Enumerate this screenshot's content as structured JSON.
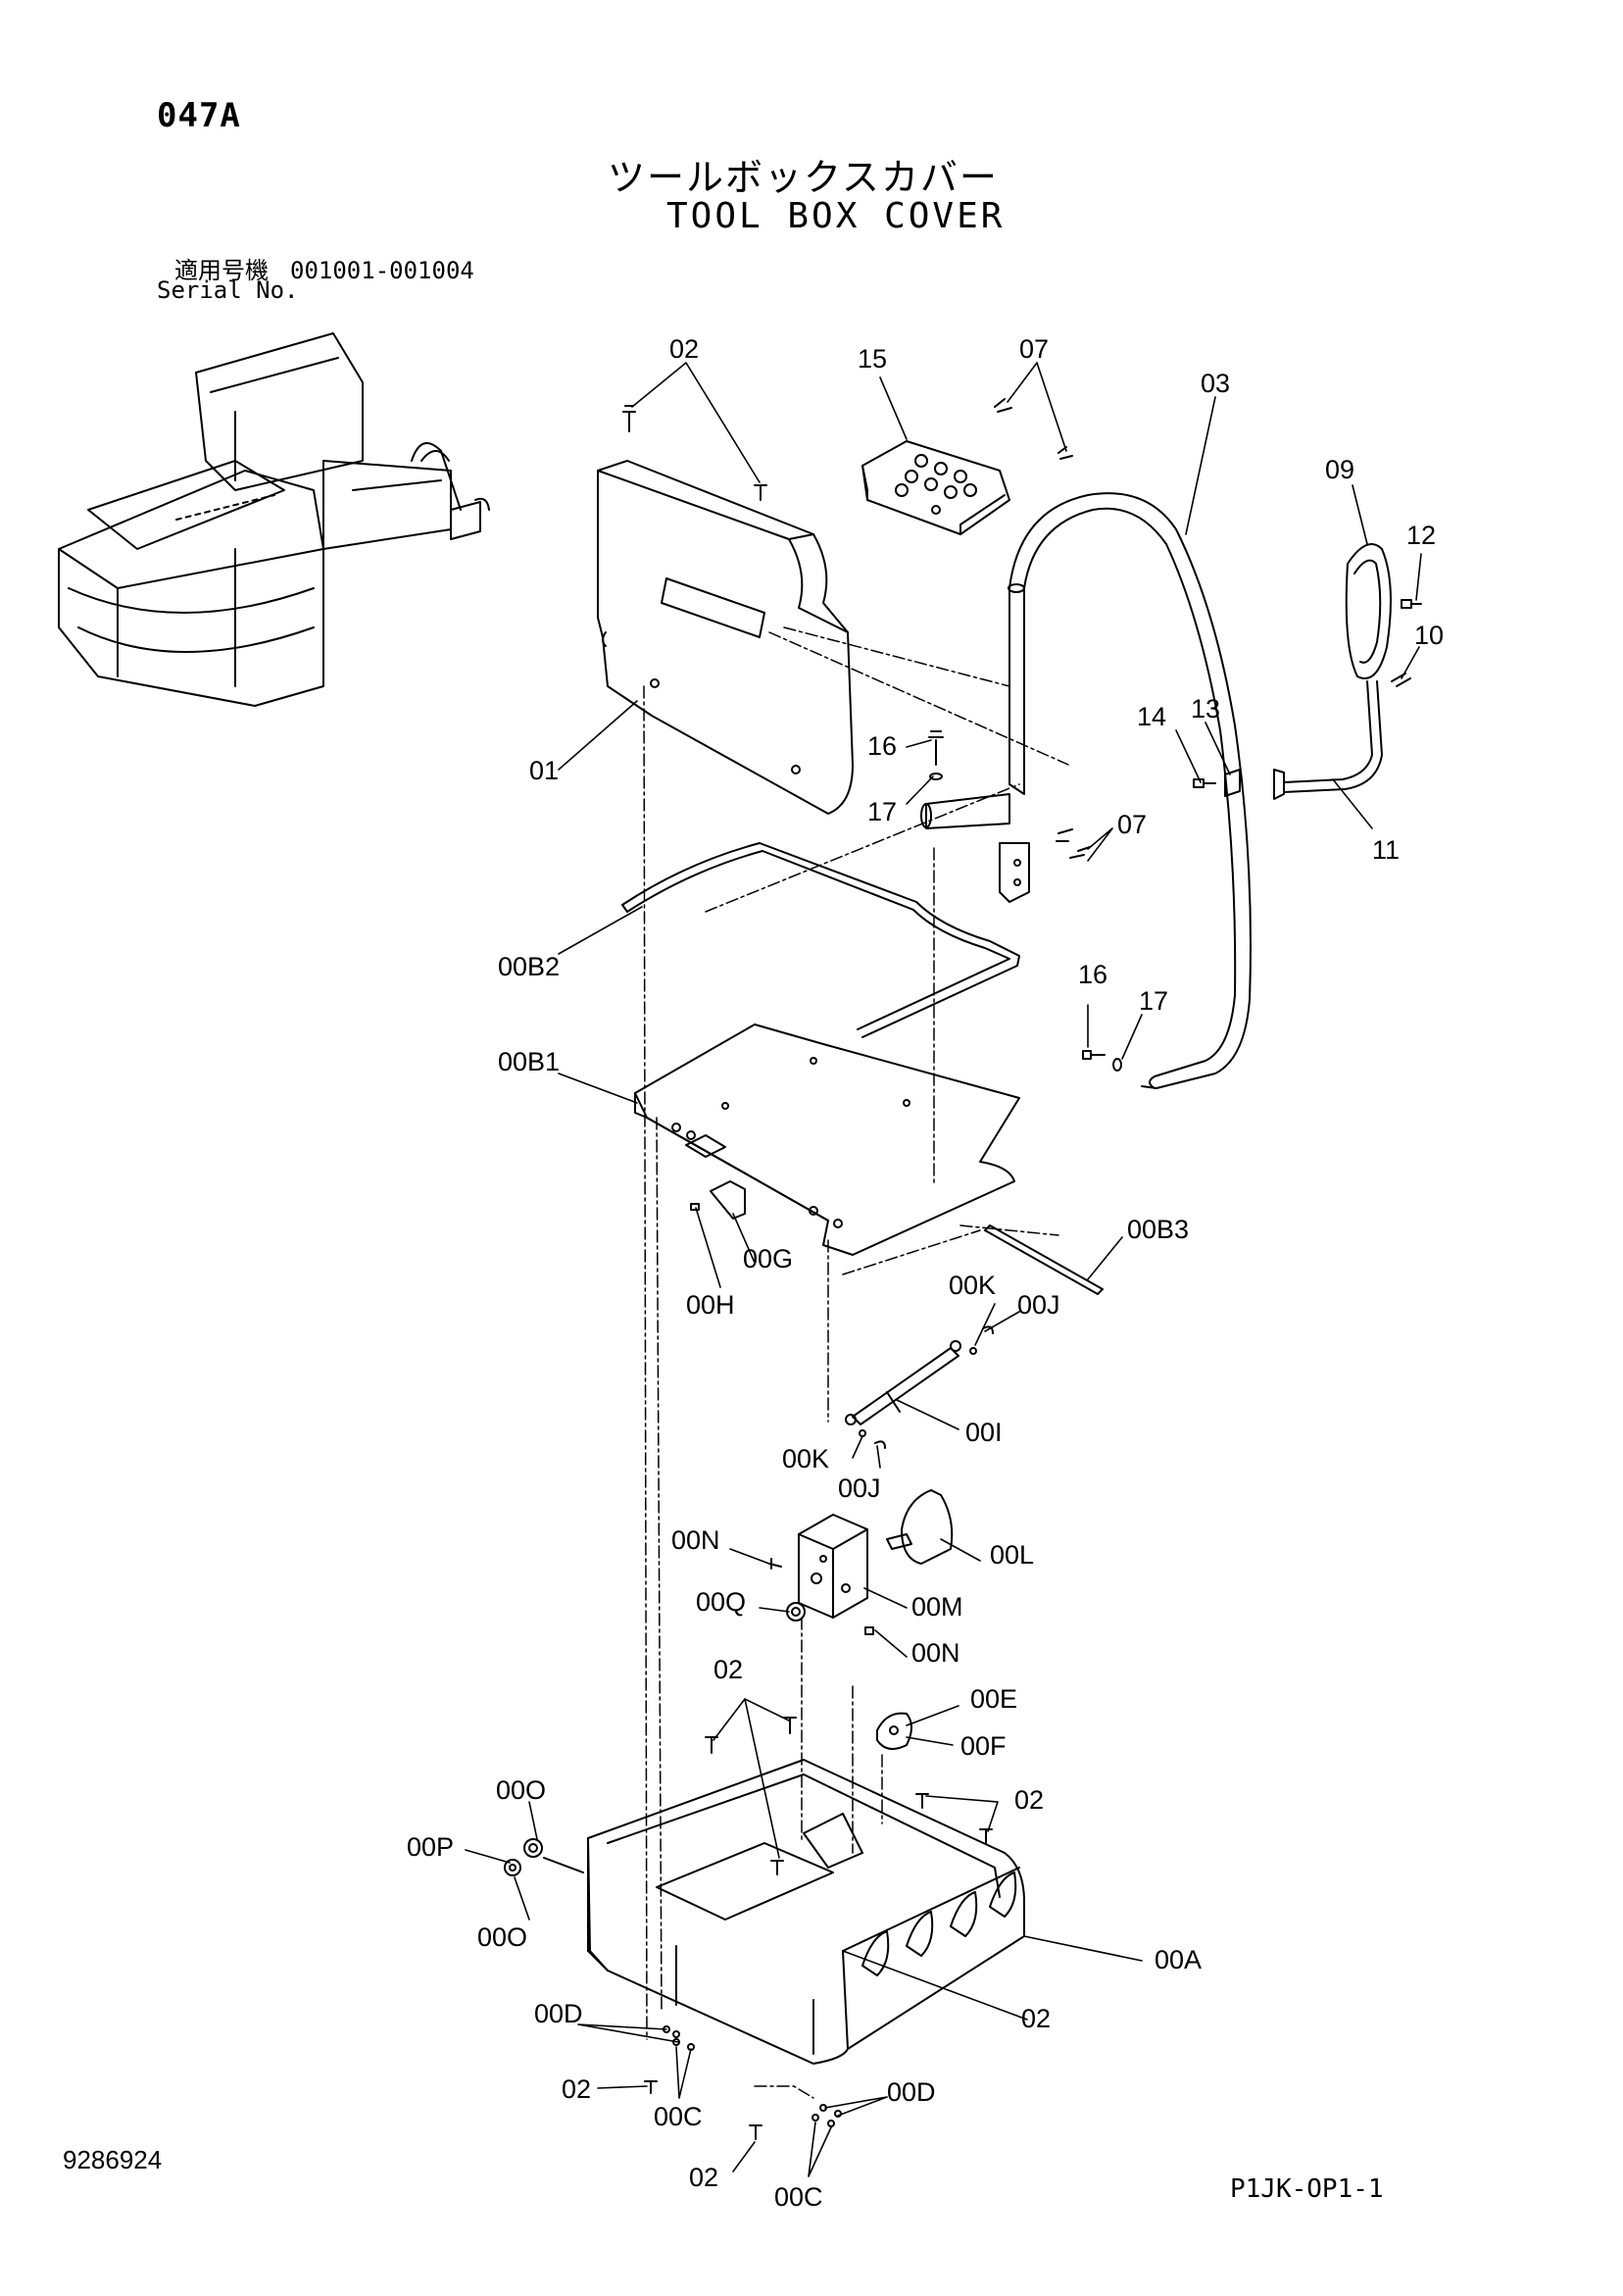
{
  "header": {
    "diagram_code": "047A",
    "title_jp": "ツールボックスカバー",
    "title_en": "TOOL BOX COVER",
    "serial_label_jp": "適用号機",
    "serial_range": "001001-001004",
    "serial_label_en": "Serial No."
  },
  "footer": {
    "document_number": "9286924",
    "page_ref": "P1JK-OP1-1"
  },
  "callouts": [
    {
      "id": "lbl-02a",
      "text": "02"
    },
    {
      "id": "lbl-15",
      "text": "15"
    },
    {
      "id": "lbl-07a",
      "text": "07"
    },
    {
      "id": "lbl-03",
      "text": "03"
    },
    {
      "id": "lbl-09",
      "text": "09"
    },
    {
      "id": "lbl-12",
      "text": "12"
    },
    {
      "id": "lbl-10",
      "text": "10"
    },
    {
      "id": "lbl-14",
      "text": "14"
    },
    {
      "id": "lbl-13",
      "text": "13"
    },
    {
      "id": "lbl-16a",
      "text": "16"
    },
    {
      "id": "lbl-17a",
      "text": "17"
    },
    {
      "id": "lbl-01",
      "text": "01"
    },
    {
      "id": "lbl-07b",
      "text": "07"
    },
    {
      "id": "lbl-11",
      "text": "11"
    },
    {
      "id": "lbl-00B2",
      "text": "00B2"
    },
    {
      "id": "lbl-16b",
      "text": "16"
    },
    {
      "id": "lbl-17b",
      "text": "17"
    },
    {
      "id": "lbl-00B1",
      "text": "00B1"
    },
    {
      "id": "lbl-00B3",
      "text": "00B3"
    },
    {
      "id": "lbl-00G",
      "text": "00G"
    },
    {
      "id": "lbl-00H",
      "text": "00H"
    },
    {
      "id": "lbl-00Ka",
      "text": "00K"
    },
    {
      "id": "lbl-00Ja",
      "text": "00J"
    },
    {
      "id": "lbl-00I",
      "text": "00I"
    },
    {
      "id": "lbl-00Kb",
      "text": "00K"
    },
    {
      "id": "lbl-00Jb",
      "text": "00J"
    },
    {
      "id": "lbl-00Na",
      "text": "00N"
    },
    {
      "id": "lbl-00L",
      "text": "00L"
    },
    {
      "id": "lbl-00Q",
      "text": "00Q"
    },
    {
      "id": "lbl-00M",
      "text": "00M"
    },
    {
      "id": "lbl-00Nb",
      "text": "00N"
    },
    {
      "id": "lbl-02b",
      "text": "02"
    },
    {
      "id": "lbl-00E",
      "text": "00E"
    },
    {
      "id": "lbl-00F",
      "text": "00F"
    },
    {
      "id": "lbl-02c",
      "text": "02"
    },
    {
      "id": "lbl-00Oa",
      "text": "00O"
    },
    {
      "id": "lbl-00P",
      "text": "00P"
    },
    {
      "id": "lbl-00Ob",
      "text": "00O"
    },
    {
      "id": "lbl-00A",
      "text": "00A"
    },
    {
      "id": "lbl-02d",
      "text": "02"
    },
    {
      "id": "lbl-00Da",
      "text": "00D"
    },
    {
      "id": "lbl-02e",
      "text": "02"
    },
    {
      "id": "lbl-00Ca",
      "text": "00C"
    },
    {
      "id": "lbl-00Db",
      "text": "00D"
    },
    {
      "id": "lbl-02f",
      "text": "02"
    },
    {
      "id": "lbl-00Cb",
      "text": "00C"
    }
  ]
}
